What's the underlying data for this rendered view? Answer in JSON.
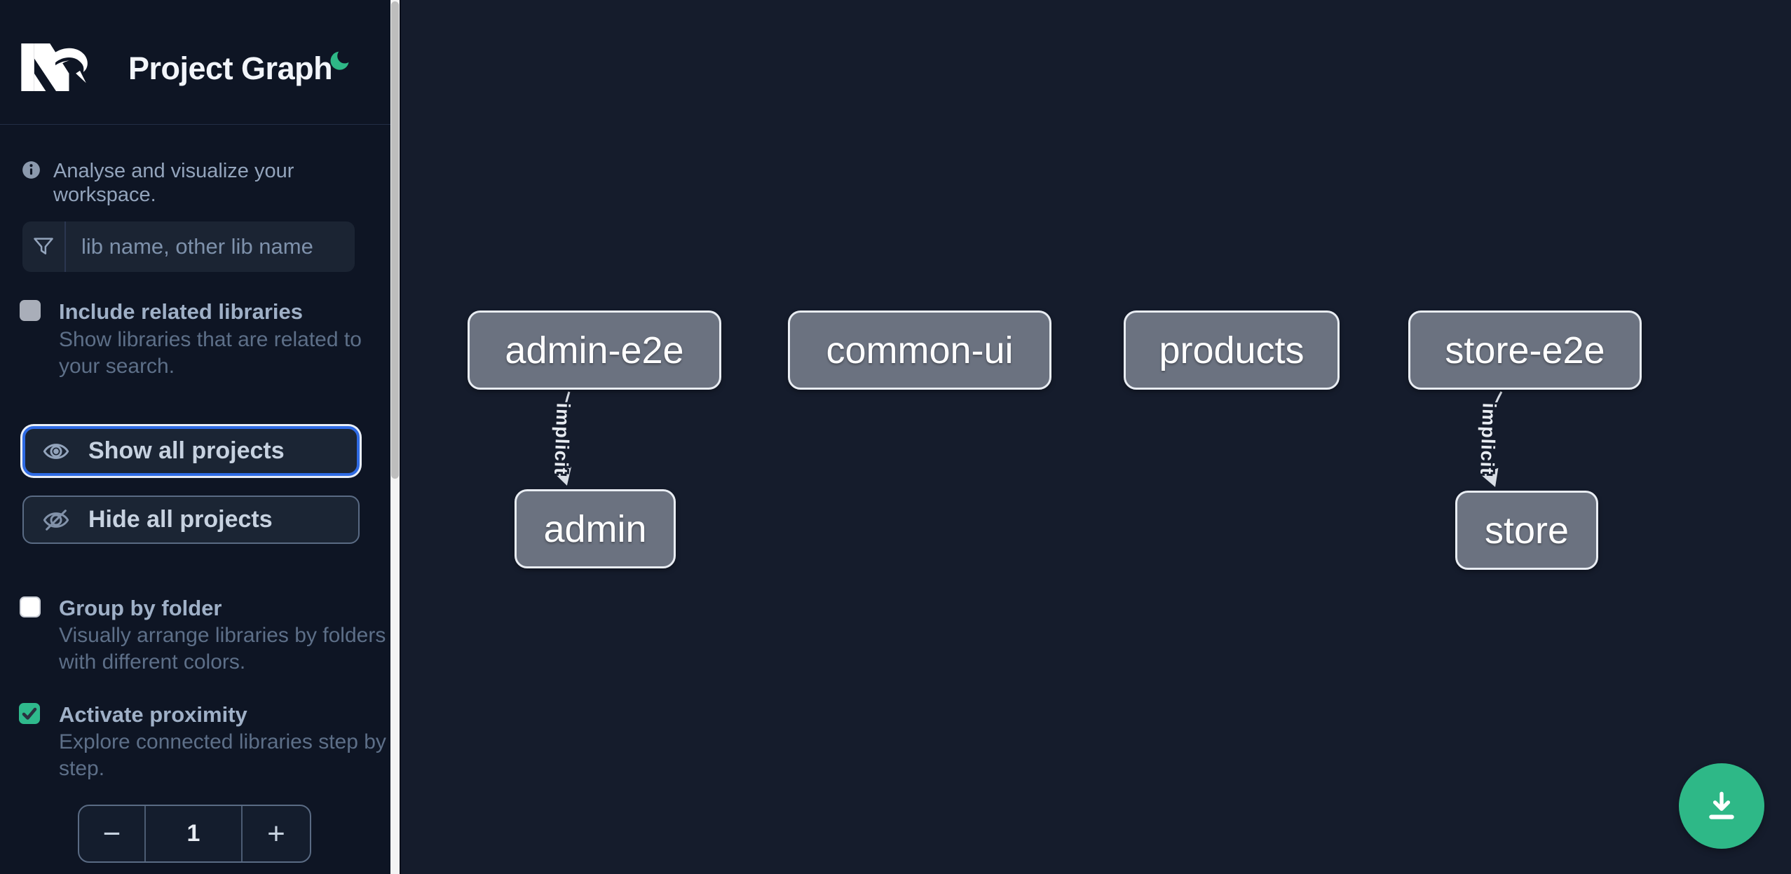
{
  "app": {
    "title": "Project Graph",
    "logo": "nx-logo",
    "theme_icon": "moon-icon"
  },
  "sidebar": {
    "tagline": "Analyse and visualize your workspace.",
    "filter": {
      "placeholder": "lib name, other lib name",
      "value": ""
    },
    "options": {
      "include_related": {
        "label": "Include related libraries",
        "description": "Show libraries that are related to your search.",
        "checked": false
      },
      "group_by_folder": {
        "label": "Group by folder",
        "description": "Visually arrange libraries by folders with different colors.",
        "checked": false
      },
      "activate_proximity": {
        "label": "Activate proximity",
        "description": "Explore connected libraries step by step.",
        "checked": true
      }
    },
    "actions": {
      "show_all": "Show all projects",
      "hide_all": "Hide all projects"
    },
    "proximity_stepper": {
      "decrement": "−",
      "value": "1",
      "increment": "+"
    }
  },
  "graph": {
    "nodes": [
      {
        "label": "admin-e2e"
      },
      {
        "label": "common-ui"
      },
      {
        "label": "products"
      },
      {
        "label": "store-e2e"
      },
      {
        "label": "admin"
      },
      {
        "label": "store"
      }
    ],
    "edges": [
      {
        "source": "admin-e2e",
        "target": "admin",
        "label": "implicit"
      },
      {
        "source": "store-e2e",
        "target": "store",
        "label": "implicit"
      }
    ]
  },
  "fab": {
    "icon": "download"
  },
  "colors": {
    "accent_green": "#2EB887",
    "focus_blue": "#2F6BE4",
    "node_fill": "#6B7280",
    "sidebar_bg": "#0E1524",
    "canvas_bg": "#151C2C"
  }
}
